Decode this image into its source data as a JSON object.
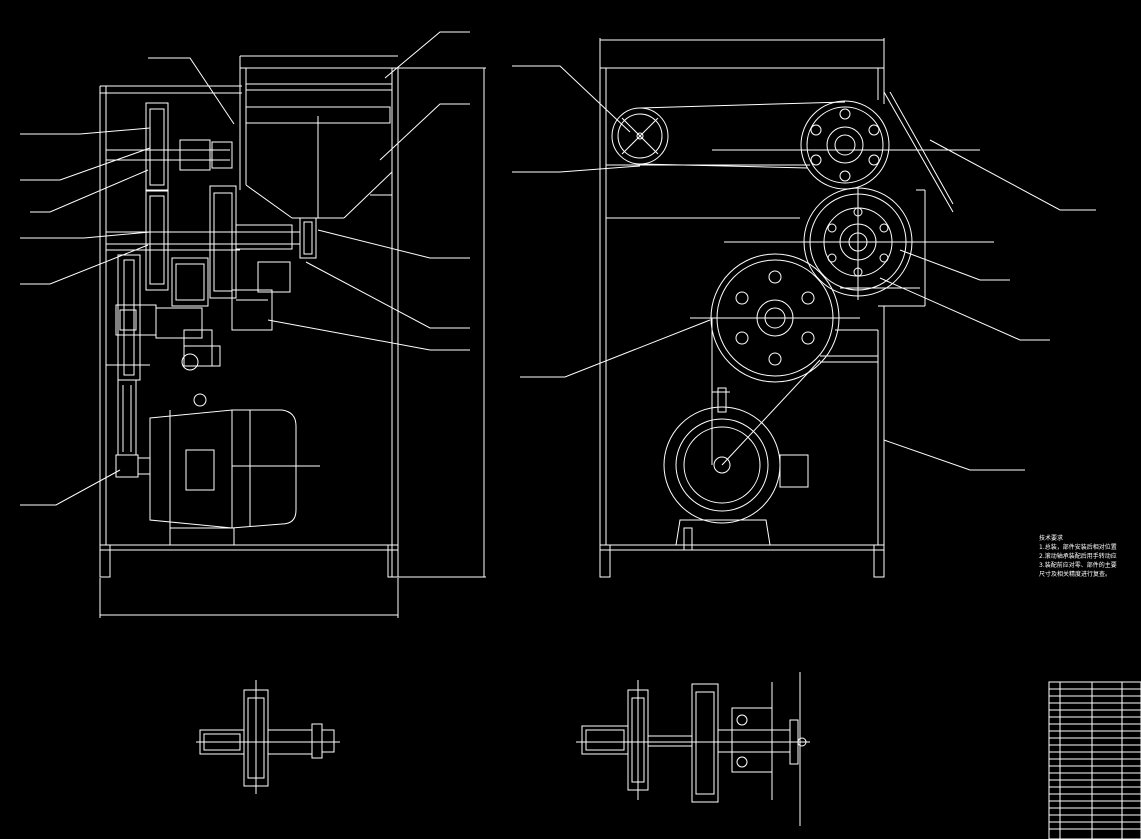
{
  "drawing": {
    "background": "#000000",
    "line_color": "#ffffff",
    "center_line_color": "#ffffff",
    "tech_notes_title": "技术要求",
    "tech_notes_lines": [
      "1.总装，部件安装后相对位置",
      "2.滚动轴承装配后用手转动应",
      "3.装配前应对零、部件的主要",
      "尺寸及相关精度进行复查。"
    ]
  }
}
